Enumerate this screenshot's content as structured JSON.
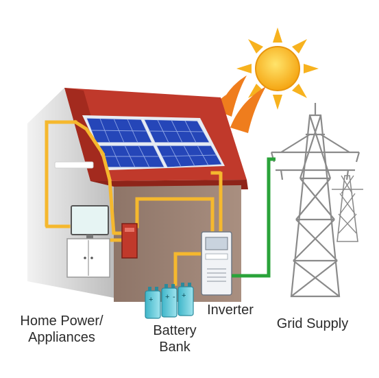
{
  "labels": {
    "home_line1": "Home Power/",
    "home_line2": "Appliances",
    "battery_line1": "Battery",
    "battery_line2": "Bank",
    "inverter": "Inverter",
    "grid": "Grid Supply"
  },
  "battery_marks": {
    "plus": "+",
    "minus": "-"
  },
  "colors": {
    "wire": "#f5b82e",
    "grid_wire": "#2aa33a",
    "roof": "#c0392b",
    "wall": "#a28779",
    "panel": "#2546b8",
    "sun": "#f7c51e",
    "tower": "#8a8a8a"
  }
}
